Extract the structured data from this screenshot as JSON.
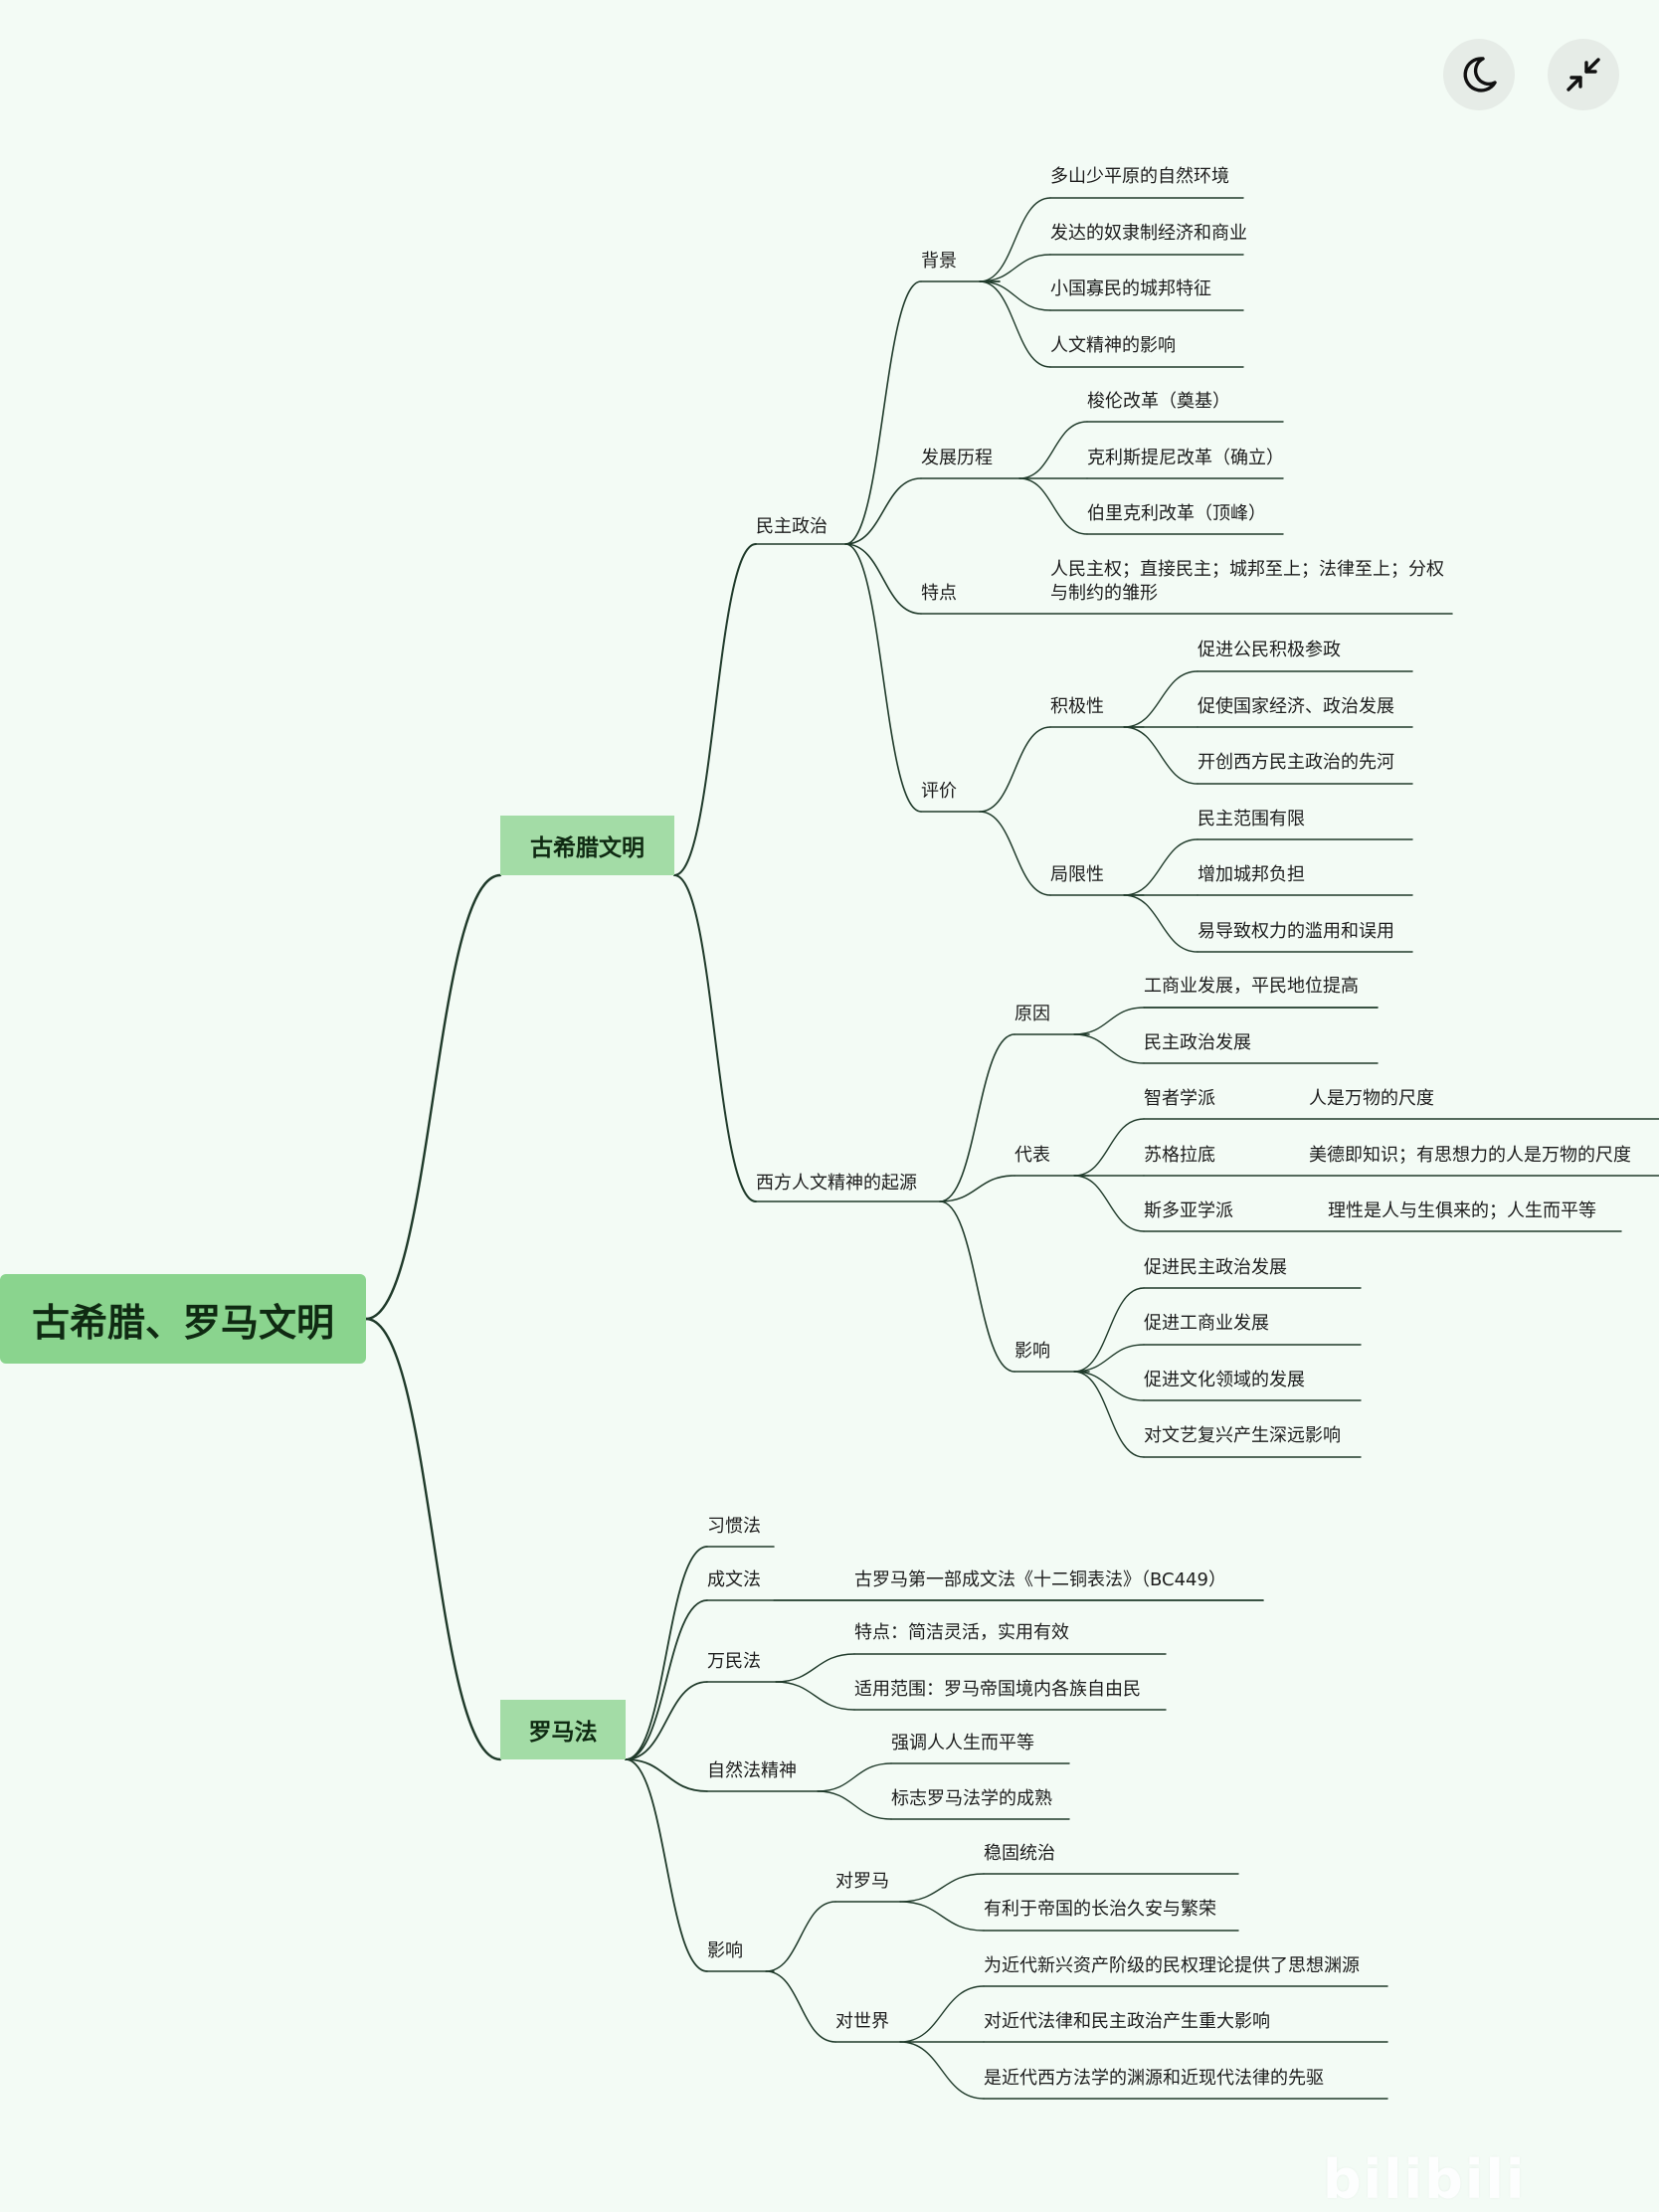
{
  "root": "古希腊、罗马文明",
  "toolbar": {
    "dark_mode_icon": "moon-icon",
    "collapse_icon": "shrink-arrows-icon"
  },
  "greece": {
    "label": "古希腊文明",
    "democracy": {
      "label": "民主政治",
      "background": {
        "label": "背景",
        "items": [
          "多山少平原的自然环境",
          "发达的奴隶制经济和商业",
          "小国寡民的城邦特征",
          "人文精神的影响"
        ]
      },
      "history": {
        "label": "发展历程",
        "items": [
          "梭伦改革（奠基）",
          "克利斯提尼改革（确立）",
          "伯里克利改革（顶峰）"
        ]
      },
      "features": {
        "label": "特点",
        "text": "人民主权；直接民主；城邦至上；法律至上；分权与制约的雏形"
      },
      "evaluation": {
        "label": "评价",
        "positive": {
          "label": "积极性",
          "items": [
            "促进公民积极参政",
            "促使国家经济、政治发展",
            "开创西方民主政治的先河"
          ]
        },
        "limits": {
          "label": "局限性",
          "items": [
            "民主范围有限",
            "增加城邦负担",
            "易导致权力的滥用和误用"
          ]
        }
      }
    },
    "humanism": {
      "label": "西方人文精神的起源",
      "causes": {
        "label": "原因",
        "items": [
          "工商业发展，平民地位提高",
          "民主政治发展"
        ]
      },
      "reps": {
        "label": "代表",
        "items": [
          {
            "name": "智者学派",
            "idea": "人是万物的尺度"
          },
          {
            "name": "苏格拉底",
            "idea": "美德即知识；有思想力的人是万物的尺度"
          },
          {
            "name": "斯多亚学派",
            "idea": "理性是人与生俱来的；人生而平等"
          }
        ]
      },
      "impact": {
        "label": "影响",
        "items": [
          "促进民主政治发展",
          "促进工商业发展",
          "促进文化领域的发展",
          "对文艺复兴产生深远影响"
        ]
      }
    }
  },
  "rome": {
    "label": "罗马法",
    "customary": {
      "label": "习惯法"
    },
    "written": {
      "label": "成文法",
      "item": "古罗马第一部成文法《十二铜表法》（BC449）"
    },
    "gentium": {
      "label": "万民法",
      "items": [
        "特点：简洁灵活，实用有效",
        "适用范围：罗马帝国境内各族自由民"
      ]
    },
    "natural": {
      "label": "自然法精神",
      "items": [
        "强调人人生而平等",
        "标志罗马法学的成熟"
      ]
    },
    "impact": {
      "label": "影响",
      "rome": {
        "label": "对罗马",
        "items": [
          "稳固统治",
          "有利于帝国的长治久安与繁荣"
        ]
      },
      "world": {
        "label": "对世界",
        "items": [
          "为近代新兴资产阶级的民权理论提供了思想渊源",
          "对近代法律和民主政治产生重大影响",
          "是近代西方法学的渊源和近现代法律的先驱"
        ]
      }
    }
  },
  "watermark": "bilibili",
  "colors": {
    "line": "#1f3a2a",
    "root_fill": "#8ad48e",
    "branch_fill": "#a3dca6",
    "background": "#f3fbf5"
  }
}
